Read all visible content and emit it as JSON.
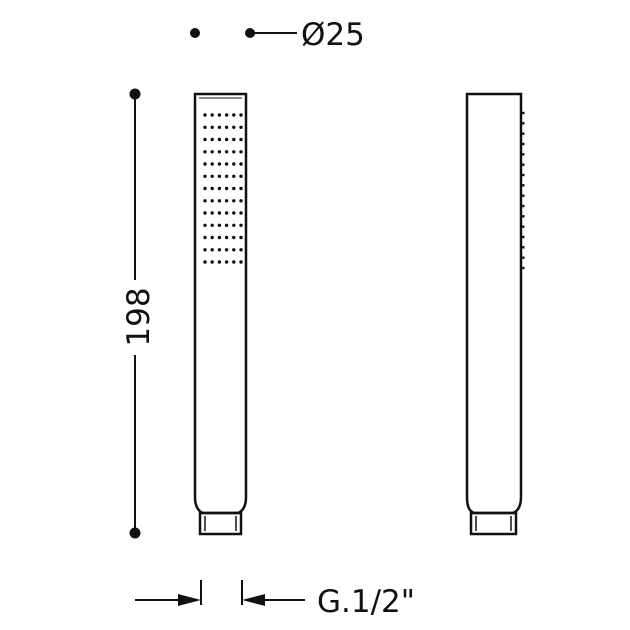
{
  "dimensions": {
    "diameter_label": "Ø25",
    "height_label": "198",
    "thread_label": "G.1/2\""
  },
  "colors": {
    "line": "#111111",
    "background": "#ffffff"
  },
  "spray_nozzles": {
    "rows": 13,
    "columns": 6
  },
  "side_nozzles": {
    "count": 16
  }
}
